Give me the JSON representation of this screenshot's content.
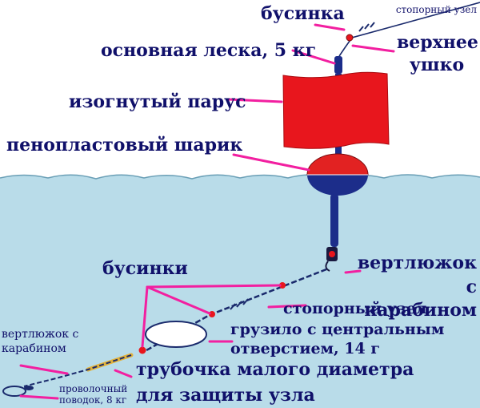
{
  "colors": {
    "water": "#b9dce9",
    "sky": "#ffffff",
    "sail": "#e8161d",
    "float_top": "#e22222",
    "float_bottom": "#1c2d8a",
    "line": "#1a2a6c",
    "leader_pointer": "#f21fa0",
    "text": "#10106a"
  },
  "labels": {
    "bead_top": "бусинка",
    "stopper_knot_top": "стопорный узел",
    "main_line": "основная леска, 5 кг",
    "top_eye": "верхнее ушко",
    "curved_sail": "изогнутый парус",
    "foam_ball": "пенопластовый шарик",
    "swivel_right": "вертлюжок с карабином",
    "beads": "бусинки",
    "stopper_knot_mid": "стопорный узел",
    "sinker": "грузило с центральным отверстием, 14 г",
    "swivel_left": "вертлюжок с карабином",
    "tube": "трубочка малого диаметра для защиты узла",
    "wire_leader": "проволочный поводок, 8 кг"
  }
}
